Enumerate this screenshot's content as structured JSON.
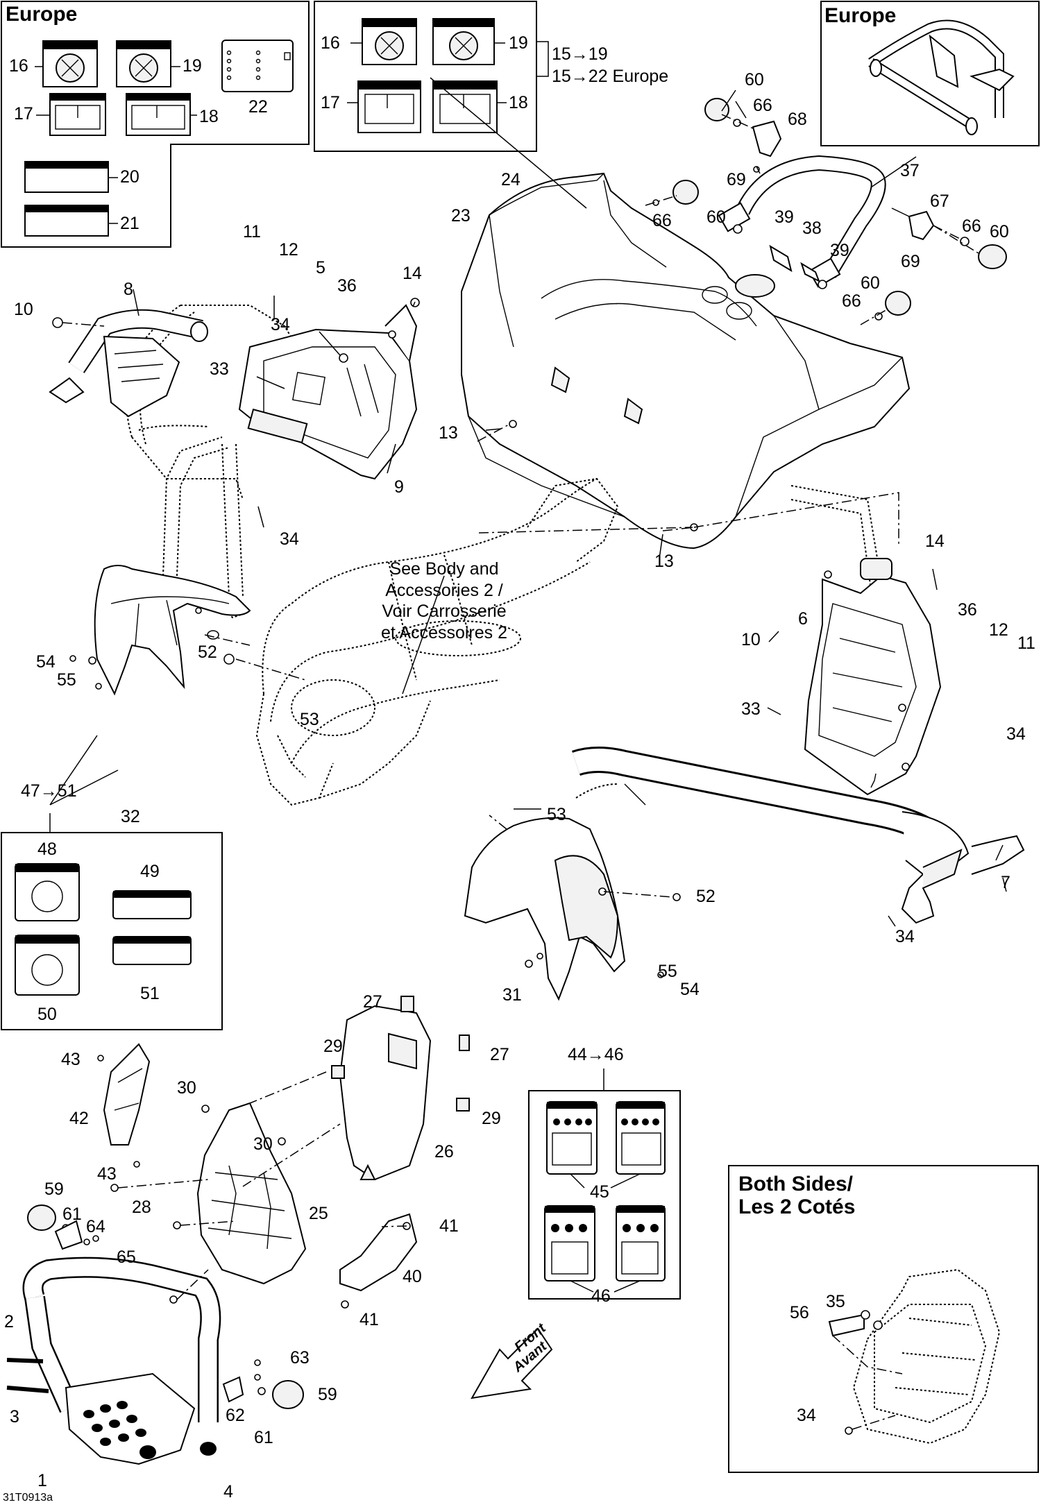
{
  "boxes": {
    "europe_left_title": "Europe",
    "europe_right_title": "Europe",
    "both_sides_line1": "Both Sides/",
    "both_sides_line2": "Les 2 Cotés"
  },
  "reference": {
    "line1": "See Body and",
    "line2": "Accessories 2 /",
    "line3": "Voir Carrosserie",
    "line4": "et Accessoires 2"
  },
  "ranges": {
    "r15_19": "15→19",
    "r15_22": "15→22 Europe",
    "r47_51": "47→51",
    "r44_46": "44→46"
  },
  "direction": {
    "front": "Front",
    "avant": "Avant"
  },
  "diagram_code": "31T0913a",
  "callouts": {
    "c1": "1",
    "c2": "2",
    "c3": "3",
    "c4": "4",
    "c5": "5",
    "c6": "6",
    "c7": "7",
    "c8": "8",
    "c9": "9",
    "c10": "10",
    "c11": "11",
    "c12": "12",
    "c13": "13",
    "c14": "14",
    "c16": "16",
    "c17": "17",
    "c18": "18",
    "c19": "19",
    "c20": "20",
    "c21": "21",
    "c22": "22",
    "c23": "23",
    "c24": "24",
    "c25": "25",
    "c26": "26",
    "c27": "27",
    "c28": "28",
    "c29": "29",
    "c30": "30",
    "c31": "31",
    "c32": "32",
    "c33": "33",
    "c34": "34",
    "c35": "35",
    "c36": "36",
    "c37": "37",
    "c38": "38",
    "c39": "39",
    "c40": "40",
    "c41": "41",
    "c42": "42",
    "c43": "43",
    "c45": "45",
    "c46": "46",
    "c48": "48",
    "c49": "49",
    "c50": "50",
    "c51": "51",
    "c52": "52",
    "c53": "53",
    "c54": "54",
    "c55": "55",
    "c56": "56",
    "c59": "59",
    "c60": "60",
    "c61": "61",
    "c62": "62",
    "c63": "63",
    "c64": "64",
    "c65": "65",
    "c66": "66",
    "c67": "67",
    "c68": "68",
    "c69": "69"
  }
}
